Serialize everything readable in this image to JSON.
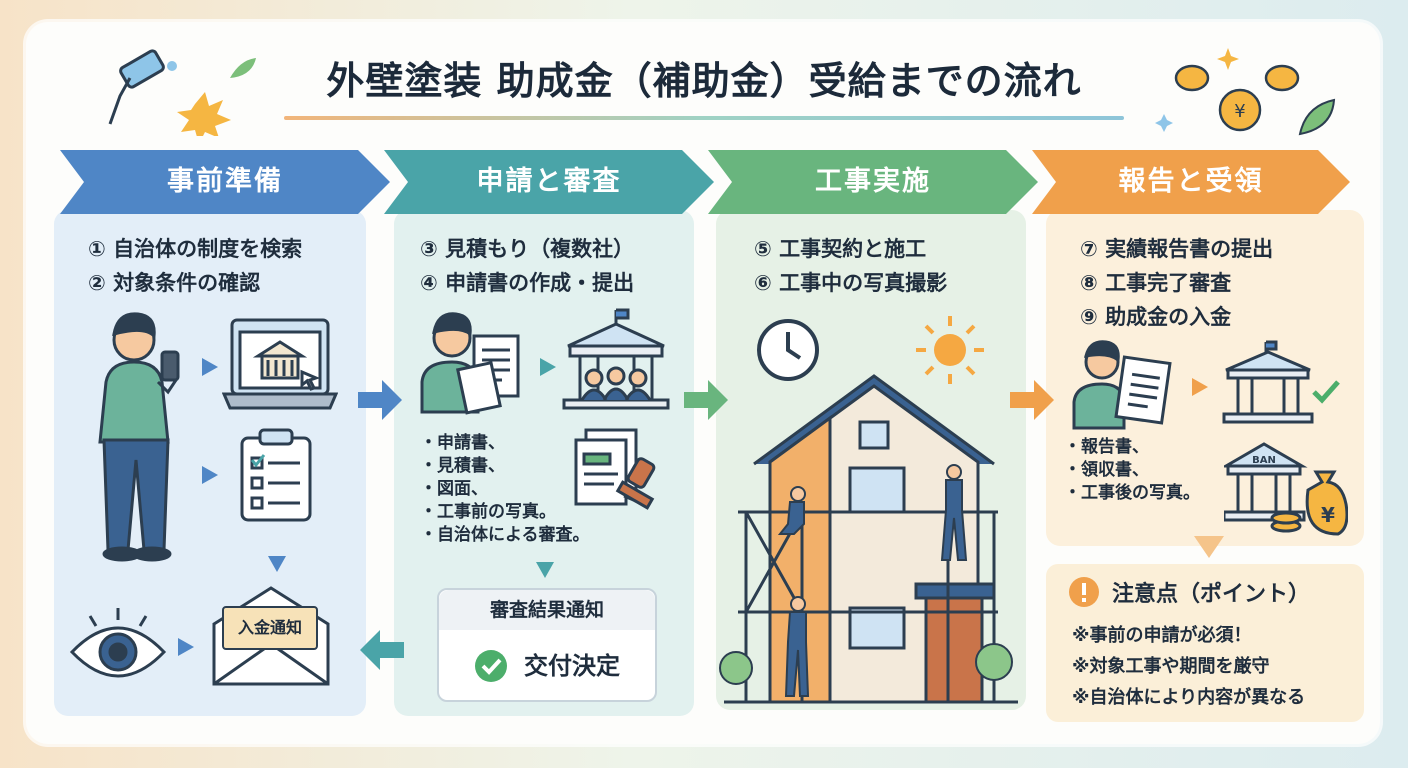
{
  "title": "外壁塗装 助成金（補助金）受給までの流れ",
  "colors": {
    "blue": "#4f86c6",
    "teal": "#4aa4a8",
    "green": "#69b57e",
    "orange": "#f0a04b"
  },
  "phases": [
    {
      "label": "事前準備",
      "steps": [
        "① 自治体の制度を検索",
        "② 対象条件の確認"
      ]
    },
    {
      "label": "申請と審査",
      "steps": [
        "③ 見積もり（複数社）",
        "④ 申請書の作成・提出"
      ],
      "bullets": [
        "申請書、",
        "見積書、",
        "図面、",
        "工事前の写真。",
        "自治体による審査。"
      ],
      "notice": {
        "title": "審査結果通知",
        "result": "交付決定"
      }
    },
    {
      "label": "工事実施",
      "steps": [
        "⑤ 工事契約と施工",
        "⑥ 工事中の写真撮影"
      ]
    },
    {
      "label": "報告と受領",
      "steps": [
        "⑦ 実績報告書の提出",
        "⑧ 工事完了審査",
        "⑨ 助成金の入金"
      ],
      "bullets": [
        "報告書、",
        "領収書、",
        "工事後の写真。"
      ]
    }
  ],
  "envelope_label": "入金通知",
  "bank_label": "BAN",
  "yen_symbol": "¥",
  "caution": {
    "title": "注意点（ポイント）",
    "lines": [
      "※事前の申請が必須！",
      "※対象工事や期間を厳守",
      "※自治体により内容が異なる"
    ]
  }
}
